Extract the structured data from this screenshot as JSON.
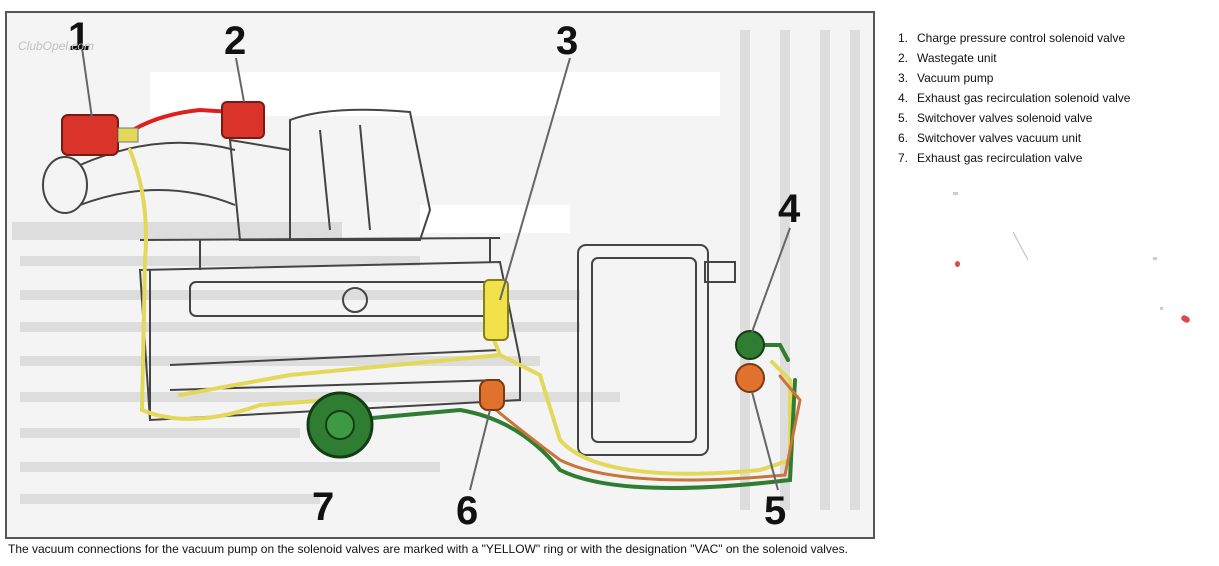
{
  "watermark": "ClubOpel.com",
  "callouts": [
    "1",
    "2",
    "3",
    "4",
    "5",
    "6",
    "7"
  ],
  "legend": [
    {
      "num": "1.",
      "label": "Charge pressure control solenoid valve"
    },
    {
      "num": "2.",
      "label": "Wastegate unit"
    },
    {
      "num": "3.",
      "label": "Vacuum pump"
    },
    {
      "num": "4.",
      "label": "Exhaust gas recirculation solenoid valve"
    },
    {
      "num": "5.",
      "label": "Switchover valves solenoid valve"
    },
    {
      "num": "6.",
      "label": "Switchover valves vacuum unit"
    },
    {
      "num": "7.",
      "label": "Exhaust gas recirculation valve"
    }
  ],
  "caption": "The vacuum connections for the vacuum pump on the solenoid valves are marked with a \"YELLOW\" ring or with the designation \"VAC\" on the solenoid valves.",
  "colors": {
    "vacuum_line": "#e3d85a",
    "egr_component": "#2f7d32",
    "switchover_component": "#e0722e",
    "charge_component": "#d9332a",
    "pressure_hose": "#e02020"
  }
}
